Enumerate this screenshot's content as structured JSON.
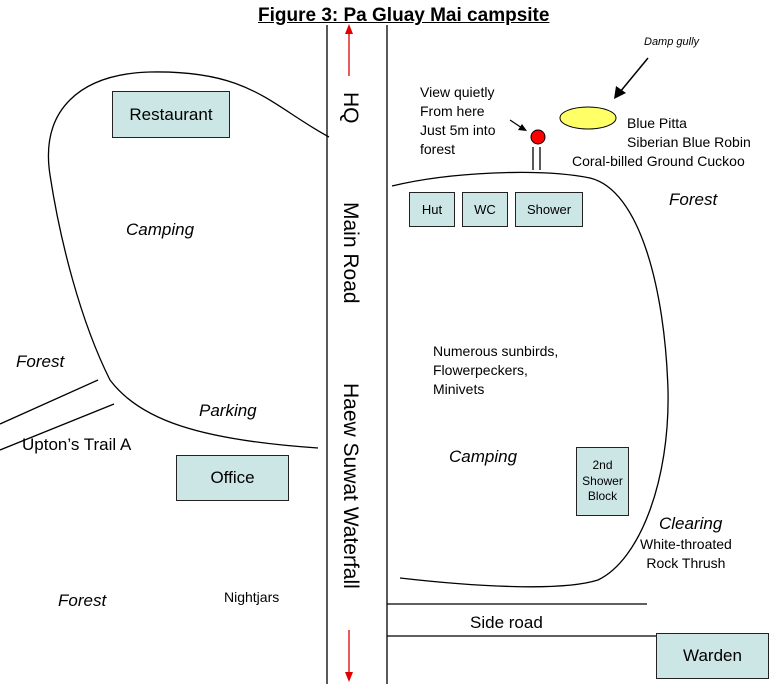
{
  "title": "Figure 3: Pa Gluay Mai campsite",
  "road": {
    "hq": "HQ",
    "main_road": "Main Road",
    "haew_suwat": "Haew Suwat Waterfall",
    "side_road": "Side road"
  },
  "buildings": {
    "restaurant": "Restaurant",
    "office": "Office",
    "hut": "Hut",
    "wc": "WC",
    "shower": "Shower",
    "second_shower_line1": "2nd",
    "second_shower_line2": "Shower",
    "second_shower_line3": "Block",
    "warden": "Warden"
  },
  "areas": {
    "camping_left": "Camping",
    "camping_right": "Camping",
    "parking": "Parking",
    "forest_left": "Forest",
    "forest_bottom_left": "Forest",
    "forest_right": "Forest",
    "clearing": "Clearing"
  },
  "notes": {
    "damp_gully": "Damp gully",
    "view_line1": "View quietly",
    "view_line2": "From here",
    "view_line3": "Just 5m into",
    "view_line4": "forest",
    "birds_gully_1": "Blue Pitta",
    "birds_gully_2": "Siberian Blue Robin",
    "birds_gully_3": "Coral-billed Ground Cuckoo",
    "sunbirds_1": "Numerous sunbirds,",
    "sunbirds_2": "Flowerpeckers,",
    "sunbirds_3": "Minivets",
    "uptons_trail": "Upton’s Trail A",
    "nightjars": "Nightjars",
    "clearing_bird_1": "White-throated",
    "clearing_bird_2": "Rock Thrush"
  },
  "colors": {
    "building_fill": "#cce6e6",
    "arrow_red": "#e00000",
    "gully_yellow": "#ffff66",
    "viewpoint_red": "#ff0000"
  }
}
